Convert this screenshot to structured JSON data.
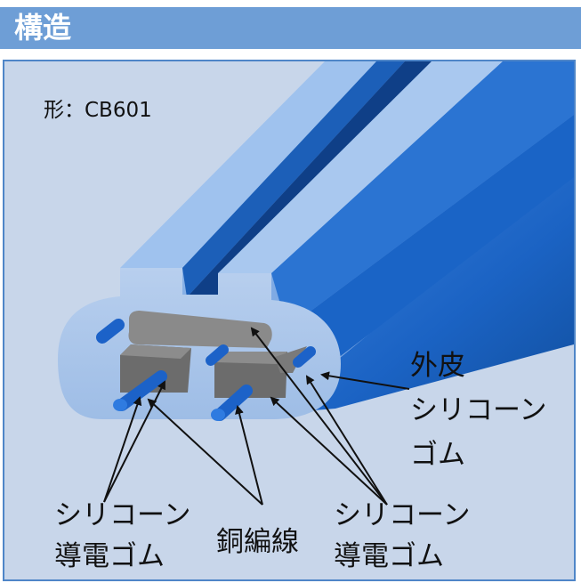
{
  "header": {
    "title": "構造"
  },
  "diagram": {
    "model": "形：CB601",
    "labels": {
      "outer_line1": "外皮",
      "outer_line2": "シリコーン",
      "outer_line3": "ゴム",
      "left_line1": "シリコーン",
      "left_line2": "導電ゴム",
      "copper": "銅編線",
      "right_line1": "シリコーン",
      "right_line2": "導電ゴム"
    },
    "colors": {
      "header_bg": "#6e9ed6",
      "panel_bg": "#c8d6ea",
      "cable_blue": "#1e6fd0",
      "conductive_gray": "#6f6f6f"
    }
  }
}
